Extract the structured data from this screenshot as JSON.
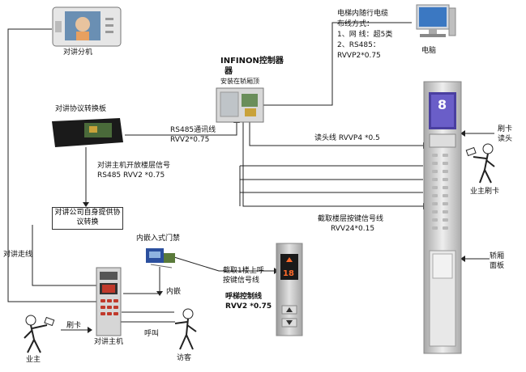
{
  "devices": {
    "indoor_unit": "对讲分机",
    "computer": "电脑",
    "converter_board": "对讲协议转换板",
    "controller_title": "INFINON控制器",
    "controller_sub": "安装在轿厢顶",
    "main_unit": "对讲主机",
    "embedded_access": "内嵌入式门禁",
    "protocol_box": "对讲公司自身提供协议转换"
  },
  "notes": {
    "cable_title": "电梯内随行电缆",
    "cable_method": "布线方式：",
    "cable_item1": "1、网 线：超5类",
    "cable_item2": "2、RS485：",
    "cable_item2_val": "RVVP2*0.75"
  },
  "wires": {
    "rs485_comm": "RS485通讯线",
    "rs485_comm_val": "RVV2*0.75",
    "reader_line": "读头线 RVVP4 *0.5",
    "floor_signal": "截取楼层按键信号线",
    "floor_signal_val": "RVV24*0.15",
    "intercom_open": "对讲主机开放楼层信号",
    "intercom_open_val": "RS485  RVV2 *0.75",
    "intercom_route": "对讲走线",
    "embedded": "内嵌",
    "call_line_1": "截取1楼上呼",
    "call_line_2": "按键信号线",
    "elevator_ctrl": "呼梯控制线",
    "elevator_ctrl_val": "RVV2 *0.75"
  },
  "people": {
    "card_reader_1": "刷卡",
    "card_reader_2": "读头",
    "owner_swipe": "业主刷卡",
    "car_panel_1": "轿厢",
    "car_panel_2": "面板",
    "swipe": "刷卡",
    "owner": "业主",
    "call": "呼叫",
    "visitor": "访客"
  },
  "panel": {
    "floor_display": "8",
    "hall_display": "18"
  }
}
